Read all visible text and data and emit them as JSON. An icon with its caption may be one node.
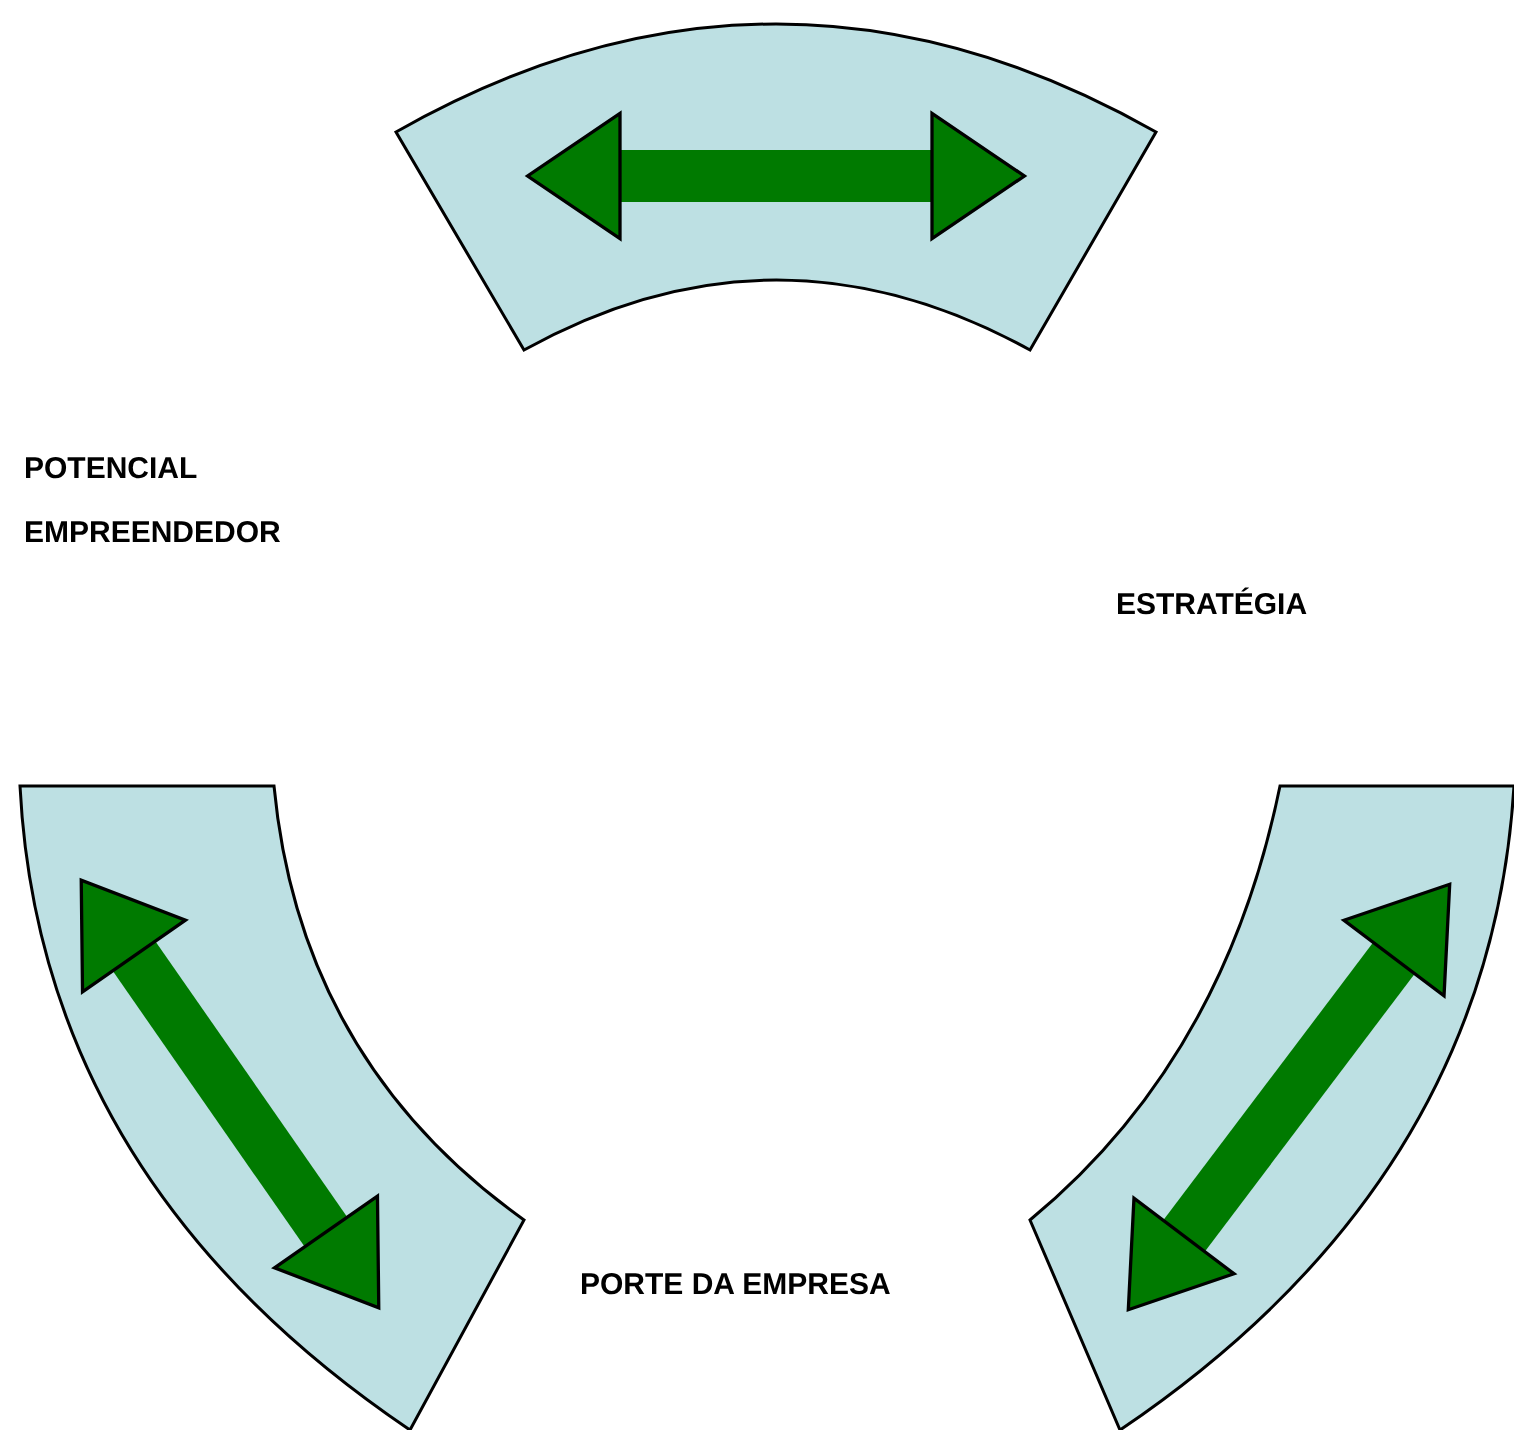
{
  "diagram": {
    "nodes": [
      {
        "text": [
          "POTENCIAL EMPREENDEDOR"
        ]
      },
      {
        "text": [
          "ESTRATÉGIA"
        ]
      },
      {
        "text": [
          "PORTE DA EMPRESA"
        ]
      }
    ]
  }
}
